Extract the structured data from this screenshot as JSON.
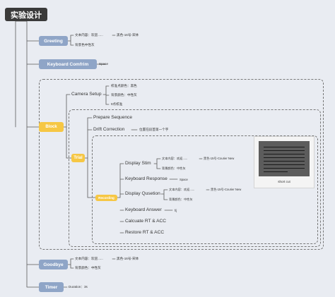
{
  "root": {
    "label": "实验设计"
  },
  "greeting": {
    "label": "Greeting",
    "items": [
      {
        "text": "文本内容：欢迎......",
        "detail": "黑色-16号-宋体"
      },
      {
        "text": "背景色中性灰"
      }
    ]
  },
  "keyboard_confirm": {
    "label": "Keyboard Comfrim",
    "detail": "Space"
  },
  "block": {
    "label": "Block",
    "camera_setup": {
      "label": "Camera Setup",
      "items": [
        "校准点颜色：黑色",
        "背景颜色：中性灰",
        "9点校准"
      ]
    },
    "trial": {
      "label": "Trial",
      "prepare_sequence": {
        "label": "Prepare Sequence"
      },
      "drift_correction": {
        "label": "Drift Correction",
        "detail": "位置在段首第一个字"
      },
      "recording": {
        "label": "Recording",
        "display_stim": {
          "label": "Display Stim",
          "items": [
            {
              "text": "文本内容：欢迎......",
              "detail": "黑色-15号-Courier New"
            },
            {
              "text": "背景颜色：中性灰"
            }
          ]
        },
        "keyboard_response": {
          "label": "Keyboard Response",
          "detail": "Space"
        },
        "display_question": {
          "label": "Display Qusetion",
          "items": [
            {
              "text": "文本内容：欢迎......",
              "detail": "黑色-15号-Courier New"
            },
            {
              "text": "背景颜色：中性灰"
            }
          ]
        },
        "keyboard_answer": {
          "label": "Keyboard Answer",
          "detail": "f/j"
        },
        "calculate": {
          "label": "Calcuate RT & ACC"
        },
        "restore": {
          "label": "Restore RT & ACC"
        }
      }
    }
  },
  "screenshot_preview": {
    "label": "short cut"
  },
  "goodbye": {
    "label": "Goodbye",
    "items": [
      {
        "text": "文本内容：欢迎......",
        "detail": "黑色-16号-宋体"
      },
      {
        "text": "背景颜色：中性灰"
      }
    ]
  },
  "timer": {
    "label": "Timer",
    "detail": "Duration：3s"
  },
  "colors": {
    "accent_blue": "#8fa5c7",
    "accent_yellow": "#f6c744",
    "root_dark": "#3a3a3a",
    "line": "#5a5a5a"
  }
}
